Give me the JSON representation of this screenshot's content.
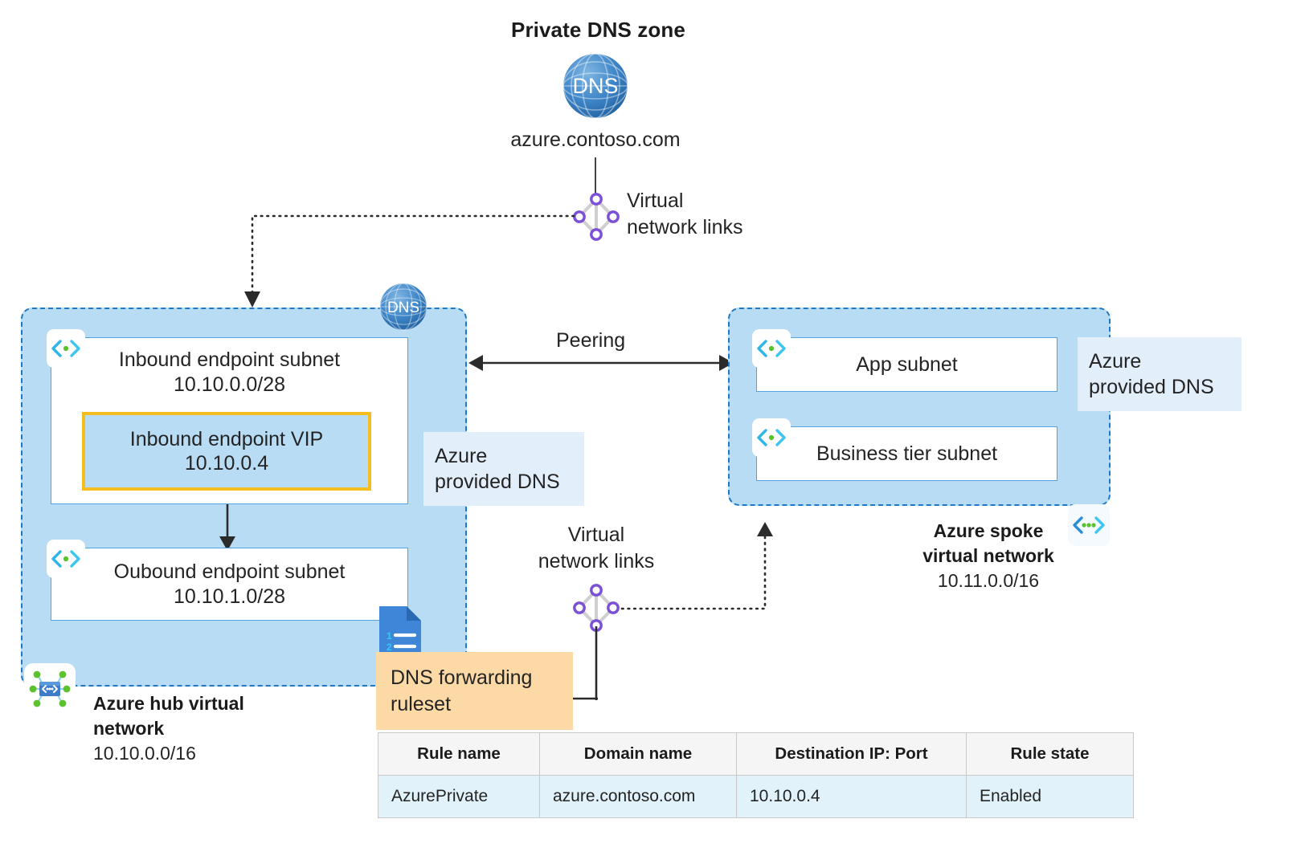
{
  "diagram": {
    "title": "Private DNS zone",
    "private_dns_zone": {
      "icon": "dns-globe-icon",
      "badge": "DNS",
      "domain": "azure.contoso.com"
    },
    "links_top": {
      "icon": "virtual-network-links-icon",
      "label_line1": "Virtual",
      "label_line2": "network links"
    },
    "links_bottom": {
      "icon": "virtual-network-links-icon",
      "label_line1": "Virtual",
      "label_line2": "network links"
    },
    "peering_label": "Peering",
    "hub": {
      "badge": "DNS",
      "name_line1": "Azure hub virtual",
      "name_line2": "network",
      "cidr": "10.10.0.0/16",
      "subnets": [
        {
          "name": "Inbound endpoint subnet",
          "cidr": "10.10.0.0/28",
          "vip": {
            "name": "Inbound endpoint VIP",
            "address": "10.10.0.4"
          }
        },
        {
          "name": "Oubound endpoint subnet",
          "cidr": "10.10.1.0/28"
        }
      ],
      "callout": {
        "line1": "Azure",
        "line2": "provided DNS"
      }
    },
    "spoke": {
      "name_line1": "Azure spoke",
      "name_line2": "virtual network",
      "cidr": "10.11.0.0/16",
      "subnets": [
        {
          "name": "App subnet"
        },
        {
          "name": "Business tier subnet"
        }
      ],
      "callout": {
        "line1": "Azure",
        "line2": "provided DNS"
      }
    },
    "ruleset": {
      "icon": "document-list-icon",
      "line1": "DNS forwarding",
      "line2": "ruleset",
      "table": {
        "headers": [
          "Rule name",
          "Domain name",
          "Destination IP: Port",
          "Rule state"
        ],
        "rows": [
          [
            "AzurePrivate",
            "azure.contoso.com",
            "10.10.0.4",
            "Enabled"
          ]
        ]
      }
    },
    "colors": {
      "vnet_fill": "#b9dcf5",
      "vnet_border": "#1d78c8",
      "vip_border": "#f5bd20",
      "callout_blue": "#e2eefa",
      "callout_orange": "#fcd9a5",
      "link_node": "#7b4fd6",
      "dns_globe": "#3a7fc4",
      "table_row": "#e2f2fb"
    }
  }
}
